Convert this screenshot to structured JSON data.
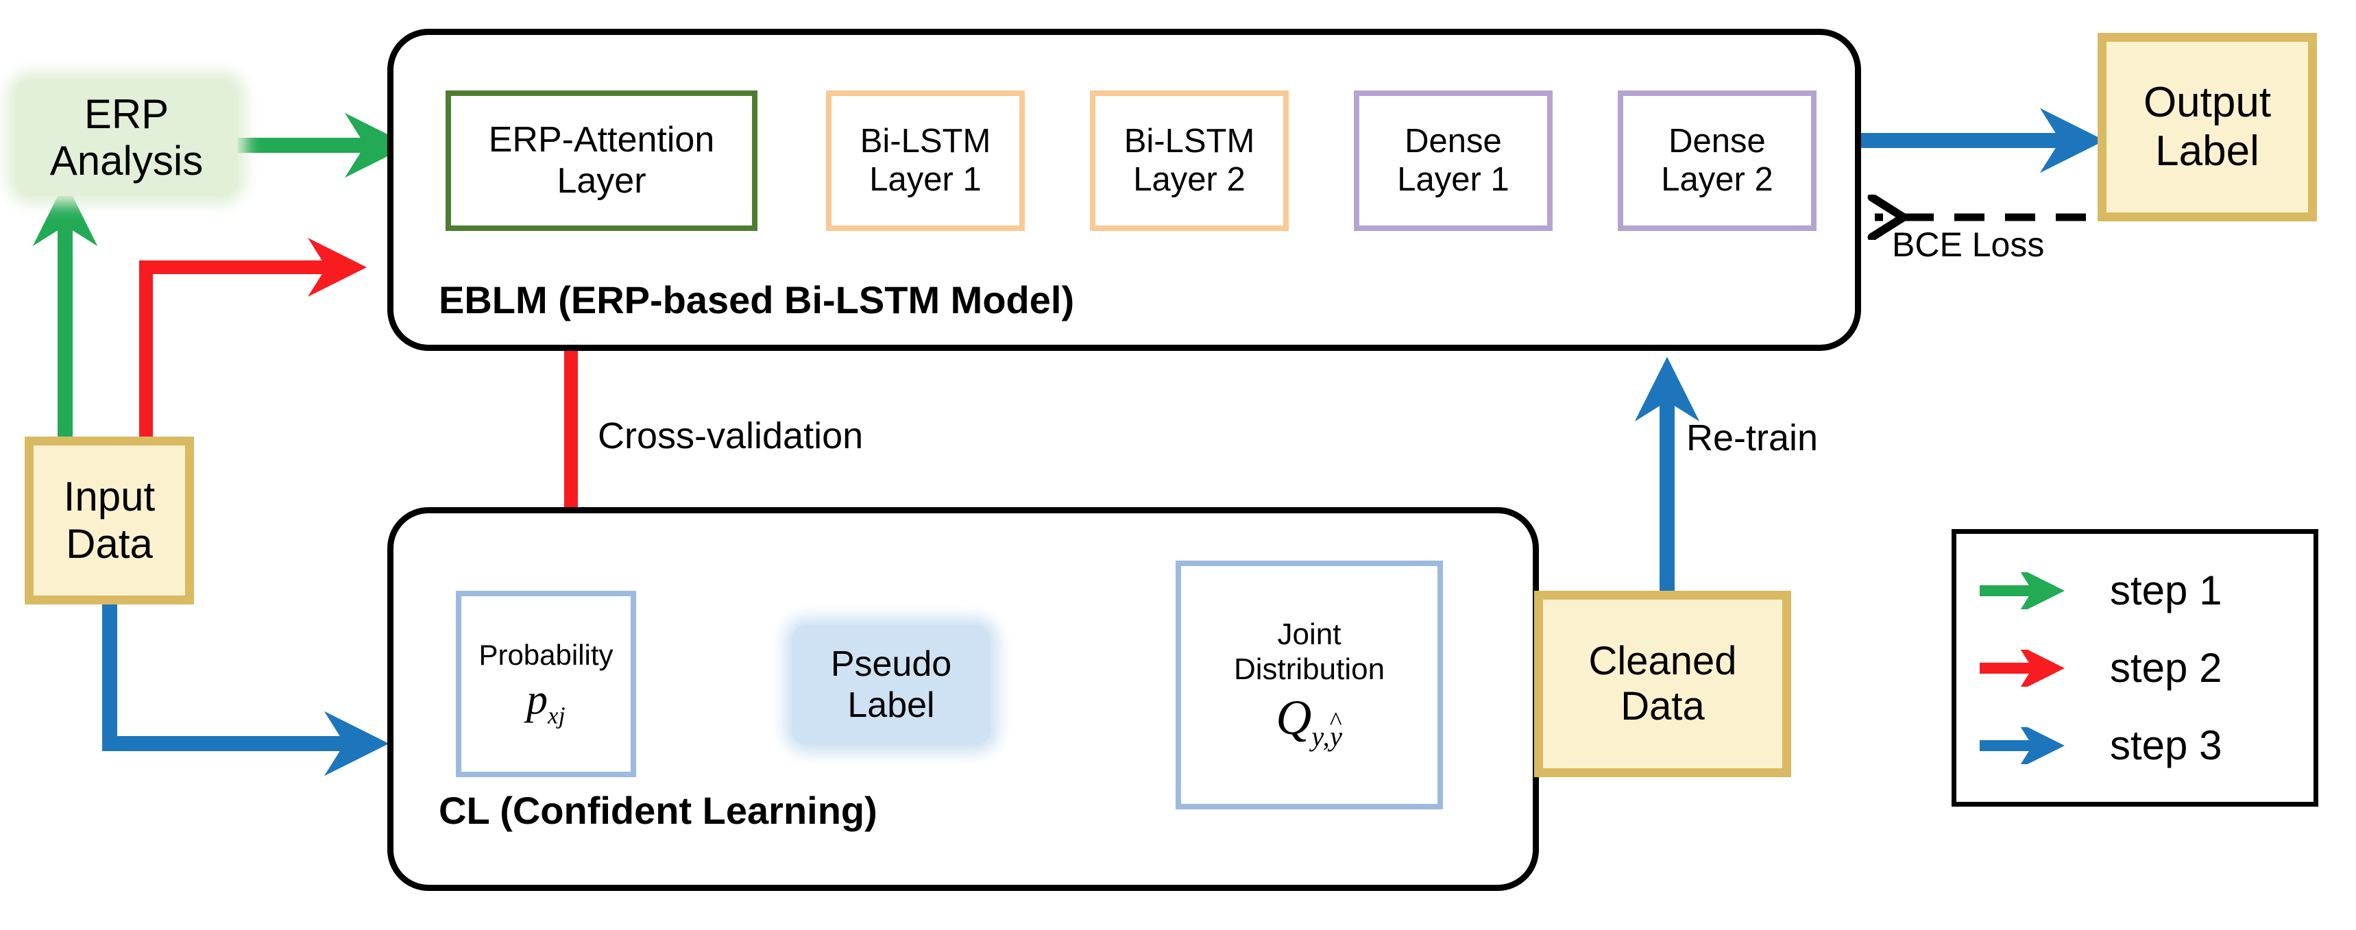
{
  "diagram": {
    "title": "EBLM + Confident Learning pipeline",
    "colors": {
      "step1": "#22AA55",
      "step2": "#F81B20",
      "step3": "#1D76BC",
      "black": "#000000",
      "erp_attention_border": "#4E7D31",
      "bilstm_border": "#FAC994",
      "dense_border": "#B4A4D2",
      "cl_box_border": "#9CBADF",
      "gold_border": "#D9BA62",
      "gold_fill": "#FBF1CF",
      "soft_green_fill": "#E2EFD9",
      "soft_blue_fill": "#CFE2F3"
    }
  },
  "nodes": {
    "erp_analysis": {
      "line1": "ERP",
      "line2": "Analysis"
    },
    "input_data": {
      "line1": "Input",
      "line2": "Data"
    },
    "output_label": {
      "line1": "Output",
      "line2": "Label"
    },
    "cleaned_data": {
      "line1": "Cleaned",
      "line2": "Data"
    },
    "pseudo_label": {
      "line1": "Pseudo",
      "line2": "Label"
    },
    "erp_attention": {
      "line1": "ERP-Attention",
      "line2": "Layer"
    },
    "bilstm1": {
      "line1": "Bi-LSTM",
      "line2": "Layer 1"
    },
    "bilstm2": {
      "line1": "Bi-LSTM",
      "line2": "Layer 2"
    },
    "dense1": {
      "line1": "Dense",
      "line2": "Layer 1"
    },
    "dense2": {
      "line1": "Dense",
      "line2": "Layer 2"
    },
    "probability": {
      "line1": "Probability",
      "formula_base": "p",
      "formula_sub": "xj"
    },
    "joint_distribution": {
      "line1": "Joint",
      "line2": "Distribution",
      "formula_base": "Q",
      "formula_sub_y": "y,",
      "formula_sub_yhat": "y",
      "formula_hat": "^"
    }
  },
  "groups": {
    "eblm": {
      "label": "EBLM (ERP-based Bi-LSTM Model)"
    },
    "cl": {
      "label": "CL (Confident Learning)"
    }
  },
  "edge_labels": {
    "cross_validation": "Cross-validation",
    "re_train": "Re-train",
    "bce_loss": "BCE Loss"
  },
  "legend": {
    "items": [
      {
        "label": "step 1",
        "color": "#22AA55"
      },
      {
        "label": "step 2",
        "color": "#F81B20"
      },
      {
        "label": "step 3",
        "color": "#1D76BC"
      }
    ]
  }
}
